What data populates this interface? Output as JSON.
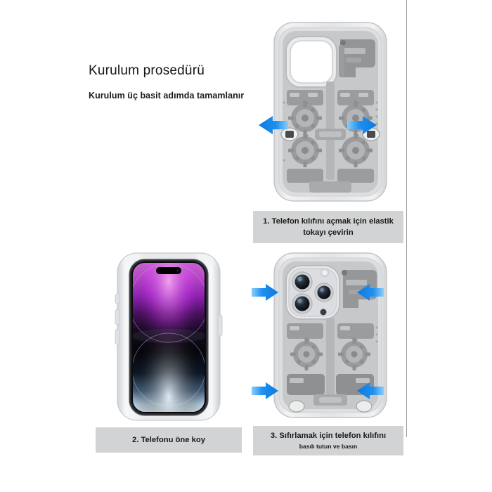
{
  "document": {
    "title": "Kurulum prosedürü",
    "subtitle": "Kurulum üç basit adımda tamamlanır"
  },
  "steps": [
    {
      "id": "step-1",
      "number": "1.",
      "line1": "1. Telefon kılıfını açmak için elastik",
      "line2": "tokayı çevirin",
      "illustration": "phone-case-back-open",
      "arrows": "two-outward-horizontal"
    },
    {
      "id": "step-2",
      "number": "2.",
      "line1": "2. Telefonu öne koy",
      "line2": "",
      "illustration": "iphone-front-purple-wallpaper",
      "arrows": "none"
    },
    {
      "id": "step-3",
      "number": "3.",
      "line1": "3. Sıfırlamak için telefon kılıfını",
      "line2": "basılı tutun ve basın",
      "illustration": "phone-case-back-with-camera",
      "arrows": "four-inward-horizontal"
    }
  ],
  "colors": {
    "page_background": "#ffffff",
    "caption_background": "#d2d3d4",
    "arrow_blue": "#1e90f0",
    "arrow_blue_light": "#6fc0f7",
    "case_body_light": "#e7e8ea",
    "case_body_mid": "#c9cbcd",
    "mechanism_gray": "#878787",
    "mechanism_light": "#b8b8b8",
    "divider_gray": "#9a9da1",
    "wallpaper_purple": "#b02fd0",
    "wallpaper_magenta": "#e86fd8",
    "wallpaper_dark": "#07060d",
    "wallpaper_blue": "#9fc6e8"
  }
}
